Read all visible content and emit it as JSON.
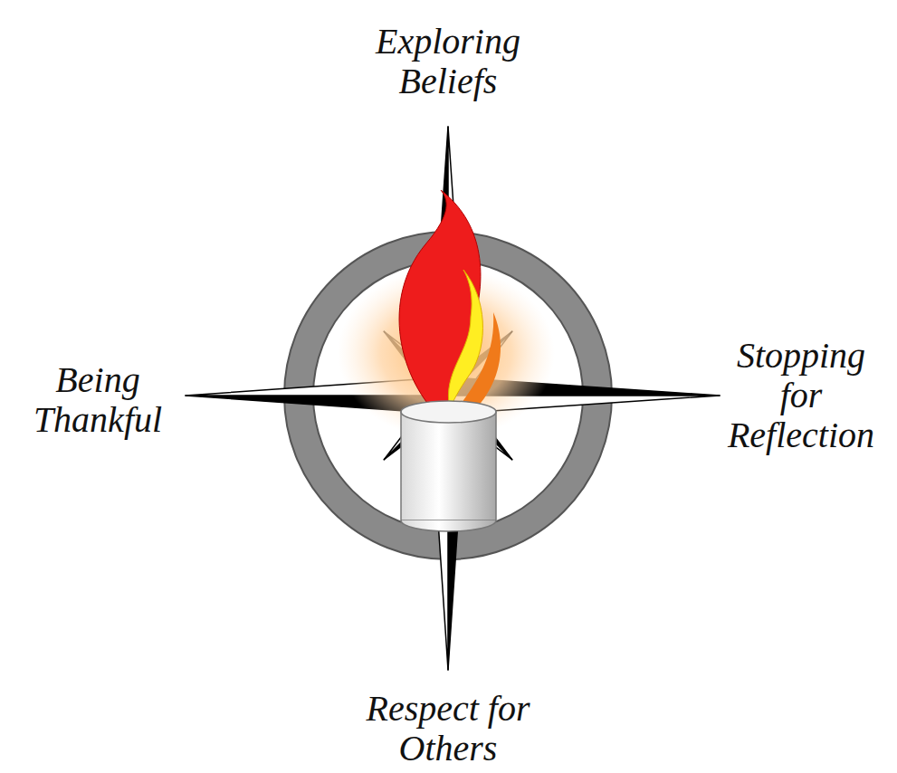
{
  "diagram": {
    "labels": [
      "Exploring Beliefs",
      "Being Thankful",
      "Stopping for Reflection",
      "Respect for Others"
    ]
  }
}
